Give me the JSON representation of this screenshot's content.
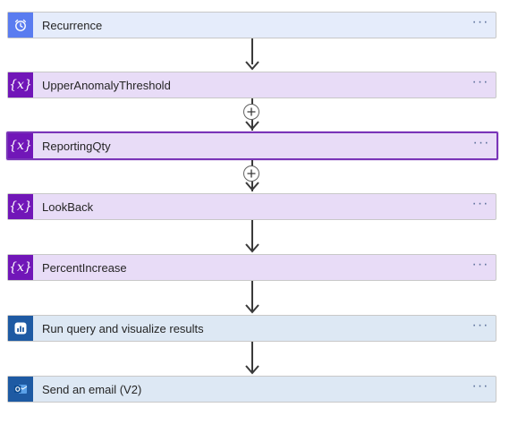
{
  "flow": {
    "steps": [
      {
        "title": "Recurrence",
        "icon": "alarm-clock-icon",
        "kind": "trigger",
        "menu": "···"
      },
      {
        "title": "UpperAnomalyThreshold",
        "icon": "variable-icon",
        "kind": "variable",
        "menu": "···"
      },
      {
        "title": "ReportingQty",
        "icon": "variable-icon",
        "kind": "variable",
        "selected": true,
        "menu": "···"
      },
      {
        "title": "LookBack",
        "icon": "variable-icon",
        "kind": "variable",
        "menu": "···"
      },
      {
        "title": "PercentIncrease",
        "icon": "variable-icon",
        "kind": "variable",
        "menu": "···"
      },
      {
        "title": "Run query and visualize results",
        "icon": "kusto-chart-icon",
        "kind": "action",
        "menu": "···"
      },
      {
        "title": "Send an email (V2)",
        "icon": "outlook-icon",
        "kind": "action",
        "menu": "···"
      }
    ]
  },
  "colors": {
    "trigger_bg": "#e5ecfb",
    "trigger_icon": "#5a7cf0",
    "variable_bg": "#e8dcf7",
    "variable_icon": "#7116b8",
    "action_bg": "#dde8f4",
    "action_icon": "#1e5aa3",
    "selected_border": "#7a35b8"
  }
}
